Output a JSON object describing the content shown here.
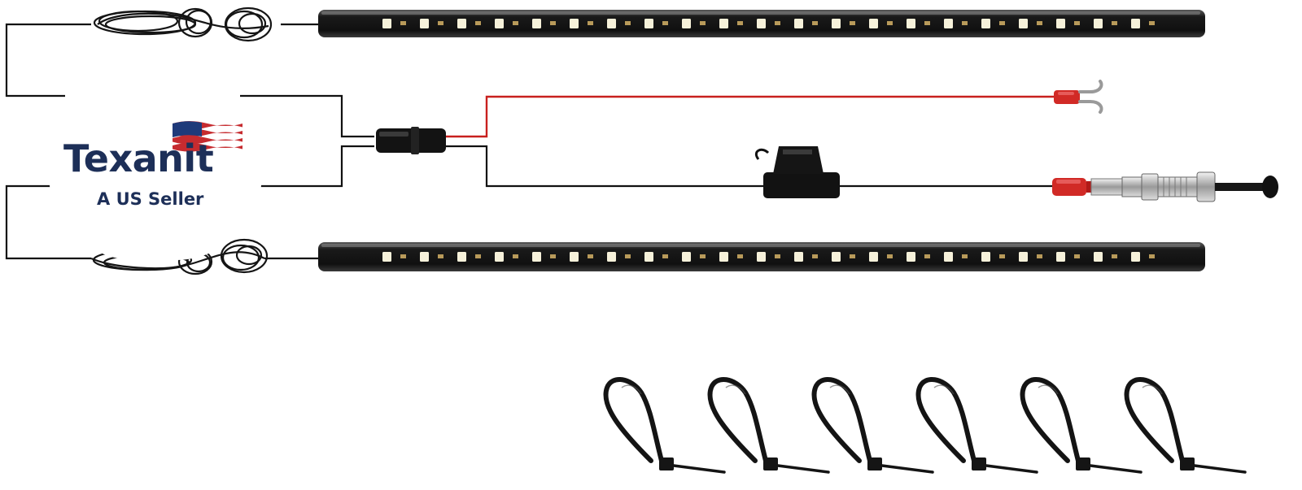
{
  "brand": {
    "name": "Texanit",
    "tagline": "A US Seller",
    "flag_icon": "us-flag-icon"
  },
  "product": {
    "light_strip_count": 2,
    "cable_tie_count": 6,
    "parts": [
      "light-strip",
      "light-strip",
      "y-splitter-connector",
      "red-power-wire-with-fork-terminal",
      "inline-fuse-holder",
      "push-button-switch",
      "cable-ties"
    ]
  },
  "colors": {
    "brand_text": "#1d2f58",
    "strip_body": "#141414",
    "led": "#f6f1da",
    "power_wire": "#c8201e",
    "ground_wire": "#111111"
  }
}
